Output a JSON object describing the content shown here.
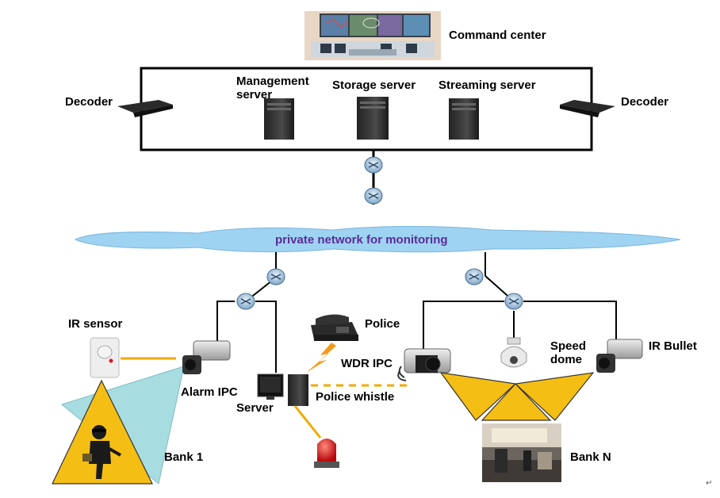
{
  "labels": {
    "command_center": "Command center",
    "management_server": "Management server",
    "storage_server": "Storage server",
    "streaming_server": "Streaming server",
    "decoder_left": "Decoder",
    "decoder_right": "Decoder",
    "network": "private network for monitoring",
    "ir_sensor": "IR sensor",
    "alarm_ipc": "Alarm IPC",
    "server": "Server",
    "police": "Police",
    "wdr_ipc": "WDR IPC",
    "police_whistle": "Police whistle",
    "speed_dome": "Speed dome",
    "ir_bullet": "IR Bullet",
    "bank_1": "Bank 1",
    "bank_n": "Bank N",
    "return_mark": "↵"
  },
  "colors": {
    "line": "#000000",
    "cloud": "#9fd3f2",
    "network_text": "#5b2c9a",
    "coverage_yellow": "#f5be14",
    "coverage_blue": "#a7dde0",
    "alarm_link": "#f2a900",
    "alarm_red": "#d9151b",
    "router": "#7fa6c8"
  },
  "icons": [
    "monitor-wall-icon",
    "server-tower-icon",
    "decoder-icon",
    "router-icon",
    "cloud-icon",
    "ir-sensor-icon",
    "bullet-camera-icon",
    "dome-camera-icon",
    "phone-icon",
    "pc-icon",
    "alarm-light-icon",
    "thief-icon",
    "lightning-icon"
  ]
}
